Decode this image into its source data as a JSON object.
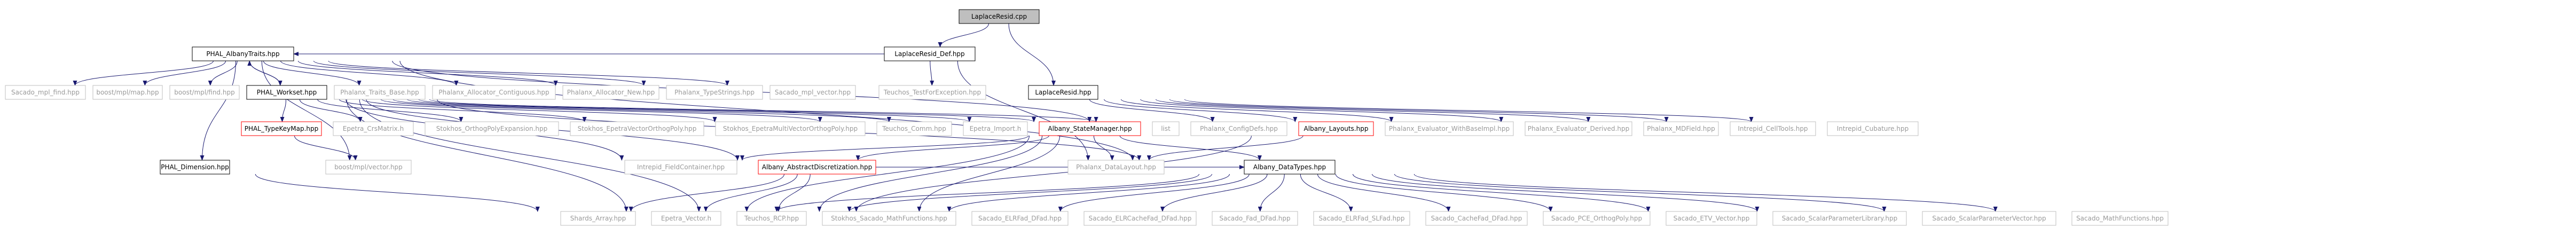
{
  "nodes": [
    {
      "id": "n_lap_cpp",
      "label": "LaplaceResid.cpp",
      "style": "root"
    },
    {
      "id": "n_lap_def",
      "label": "LaplaceResid_Def.hpp",
      "style": "doc"
    },
    {
      "id": "n_lap_hpp",
      "label": "LaplaceResid.hpp",
      "style": "doc"
    },
    {
      "id": "n_teuchos_test",
      "label": "Teuchos_TestForException.hpp",
      "style": "ext"
    },
    {
      "id": "n_traits",
      "label": "PHAL_AlbanyTraits.hpp",
      "style": "doc"
    },
    {
      "id": "n_workset",
      "label": "PHAL_Workset.hpp",
      "style": "doc"
    },
    {
      "id": "n_dimension",
      "label": "PHAL_Dimension.hpp",
      "style": "doc"
    },
    {
      "id": "n_typekeymap",
      "label": "PHAL_TypeKeyMap.hpp",
      "style": "red"
    },
    {
      "id": "n_state",
      "label": "Albany_StateManager.hpp",
      "style": "red"
    },
    {
      "id": "n_layouts",
      "label": "Albany_Layouts.hpp",
      "style": "red"
    },
    {
      "id": "n_abstract",
      "label": "Albany_AbstractDiscretization.hpp",
      "style": "red"
    },
    {
      "id": "n_datatypes",
      "label": "Albany_DataTypes.hpp",
      "style": "doc"
    },
    {
      "id": "n_sacado_mpl_find",
      "label": "Sacado_mpl_find.hpp",
      "style": "ext"
    },
    {
      "id": "n_boost_map",
      "label": "boost/mpl/map.hpp",
      "style": "ext"
    },
    {
      "id": "n_boost_find",
      "label": "boost/mpl/find.hpp",
      "style": "ext"
    },
    {
      "id": "n_phx_traits_base",
      "label": "Phalanx_Traits_Base.hpp",
      "style": "ext"
    },
    {
      "id": "n_phx_alloc_contig",
      "label": "Phalanx_Allocator_Contiguous.hpp",
      "style": "ext"
    },
    {
      "id": "n_phx_alloc_new",
      "label": "Phalanx_Allocator_New.hpp",
      "style": "ext"
    },
    {
      "id": "n_phx_typestrings",
      "label": "Phalanx_TypeStrings.hpp",
      "style": "ext"
    },
    {
      "id": "n_sacado_mpl_vector",
      "label": "Sacado_mpl_vector.hpp",
      "style": "ext"
    },
    {
      "id": "n_phx_eval_base",
      "label": "Phalanx_Evaluator_WithBaseImpl.hpp",
      "style": "ext"
    },
    {
      "id": "n_phx_eval_derived",
      "label": "Phalanx_Evaluator_Derived.hpp",
      "style": "ext"
    },
    {
      "id": "n_phx_mdfield",
      "label": "Phalanx_MDField.hpp",
      "style": "ext"
    },
    {
      "id": "n_intrepid_celltools",
      "label": "Intrepid_CellTools.hpp",
      "style": "ext"
    },
    {
      "id": "n_intrepid_cubature",
      "label": "Intrepid_Cubature.hpp",
      "style": "ext"
    },
    {
      "id": "n_epetra_crsmatrix",
      "label": "Epetra_CrsMatrix.h",
      "style": "ext"
    },
    {
      "id": "n_stokhos_ortho",
      "label": "Stokhos_OrthogPolyExpansion.hpp",
      "style": "ext"
    },
    {
      "id": "n_stokhos_epetra_vec",
      "label": "Stokhos_EpetraVectorOrthogPoly.hpp",
      "style": "ext"
    },
    {
      "id": "n_stokhos_epetra_multi",
      "label": "Stokhos_EpetraMultiVectorOrthogPoly.hpp",
      "style": "ext"
    },
    {
      "id": "n_teuchos_comm",
      "label": "Teuchos_Comm.hpp",
      "style": "ext"
    },
    {
      "id": "n_epetra_import",
      "label": "Epetra_Import.h",
      "style": "ext"
    },
    {
      "id": "n_list",
      "label": "list",
      "style": "ext"
    },
    {
      "id": "n_phx_configdefs",
      "label": "Phalanx_ConfigDefs.hpp",
      "style": "ext"
    },
    {
      "id": "n_phx_datalayout",
      "label": "Phalanx_DataLayout.hpp",
      "style": "ext"
    },
    {
      "id": "n_intrepid_fieldcontainer",
      "label": "Intrepid_FieldContainer.hpp",
      "style": "ext"
    },
    {
      "id": "n_boost_vector",
      "label": "boost/mpl/vector.hpp",
      "style": "ext"
    },
    {
      "id": "n_shards",
      "label": "Shards_Array.hpp",
      "style": "ext"
    },
    {
      "id": "n_epetra_vector",
      "label": "Epetra_Vector.h",
      "style": "ext"
    },
    {
      "id": "n_teuchos_rcp",
      "label": "Teuchos_RCP.hpp",
      "style": "ext"
    },
    {
      "id": "n_stokhos_mathfn",
      "label": "Stokhos_Sacado_MathFunctions.hpp",
      "style": "ext"
    },
    {
      "id": "n_sacado_elrfad_dfad",
      "label": "Sacado_ELRFad_DFad.hpp",
      "style": "ext"
    },
    {
      "id": "n_sacado_elrcache",
      "label": "Sacado_ELRCacheFad_DFad.hpp",
      "style": "ext"
    },
    {
      "id": "n_sacado_fad_dfad",
      "label": "Sacado_Fad_DFad.hpp",
      "style": "ext"
    },
    {
      "id": "n_sacado_elrfad_slfad",
      "label": "Sacado_ELRFad_SLFad.hpp",
      "style": "ext"
    },
    {
      "id": "n_sacado_cachefad",
      "label": "Sacado_CacheFad_DFad.hpp",
      "style": "ext"
    },
    {
      "id": "n_sacado_pce",
      "label": "Sacado_PCE_OrthogPoly.hpp",
      "style": "ext"
    },
    {
      "id": "n_sacado_etv",
      "label": "Sacado_ETV_Vector.hpp",
      "style": "ext"
    },
    {
      "id": "n_sacado_scalarlib",
      "label": "Sacado_ScalarParameterLibrary.hpp",
      "style": "ext"
    },
    {
      "id": "n_sacado_scalarvec",
      "label": "Sacado_ScalarParameterVector.hpp",
      "style": "ext"
    },
    {
      "id": "n_sacado_mathfn",
      "label": "Sacado_MathFunctions.hpp",
      "style": "ext"
    }
  ],
  "edges": [
    [
      "n_lap_cpp",
      "n_lap_def"
    ],
    [
      "n_lap_cpp",
      "n_lap_hpp"
    ],
    [
      "n_lap_def",
      "n_traits"
    ],
    [
      "n_lap_def",
      "n_teuchos_test"
    ],
    [
      "n_lap_def",
      "n_phx_datalayout"
    ],
    [
      "n_lap_hpp",
      "n_layouts"
    ],
    [
      "n_lap_hpp",
      "n_phx_eval_base"
    ],
    [
      "n_lap_hpp",
      "n_phx_eval_derived"
    ],
    [
      "n_lap_hpp",
      "n_phx_mdfield"
    ],
    [
      "n_lap_hpp",
      "n_intrepid_celltools"
    ],
    [
      "n_lap_hpp",
      "n_intrepid_cubature"
    ],
    [
      "n_lap_hpp",
      "n_phx_configdefs"
    ],
    [
      "n_traits",
      "n_sacado_mpl_find"
    ],
    [
      "n_traits",
      "n_boost_map"
    ],
    [
      "n_traits",
      "n_boost_find"
    ],
    [
      "n_traits",
      "n_workset"
    ],
    [
      "n_traits",
      "n_phx_traits_base"
    ],
    [
      "n_traits",
      "n_phx_alloc_contig"
    ],
    [
      "n_traits",
      "n_phx_alloc_new"
    ],
    [
      "n_traits",
      "n_phx_typestrings"
    ],
    [
      "n_traits",
      "n_sacado_mpl_vector"
    ],
    [
      "n_traits",
      "n_dimension"
    ],
    [
      "n_traits",
      "n_boost_vector"
    ],
    [
      "n_traits",
      "n_phx_configdefs"
    ],
    [
      "n_traits",
      "n_datatypes"
    ],
    [
      "n_workset",
      "n_typekeymap"
    ],
    [
      "n_workset",
      "n_epetra_crsmatrix"
    ],
    [
      "n_workset",
      "n_stokhos_ortho"
    ],
    [
      "n_workset",
      "n_stokhos_epetra_vec"
    ],
    [
      "n_workset",
      "n_stokhos_epetra_multi"
    ],
    [
      "n_workset",
      "n_teuchos_comm"
    ],
    [
      "n_workset",
      "n_epetra_import"
    ],
    [
      "n_workset",
      "n_state"
    ],
    [
      "n_workset",
      "n_list"
    ],
    [
      "n_workset",
      "n_phx_configdefs"
    ],
    [
      "n_workset",
      "n_abstract"
    ],
    [
      "n_workset",
      "n_intrepid_fieldcontainer"
    ],
    [
      "n_workset",
      "n_datatypes"
    ],
    [
      "n_workset",
      "n_epetra_vector"
    ],
    [
      "n_workset",
      "n_teuchos_rcp"
    ],
    [
      "n_workset",
      "n_traits"
    ],
    [
      "n_typekeymap",
      "n_boost_vector"
    ],
    [
      "n_dimension",
      "n_shards"
    ],
    [
      "n_state",
      "n_intrepid_fieldcontainer"
    ],
    [
      "n_state",
      "n_phx_datalayout"
    ],
    [
      "n_state",
      "n_abstract"
    ],
    [
      "n_state",
      "n_datatypes"
    ],
    [
      "n_state",
      "n_epetra_vector"
    ],
    [
      "n_state",
      "n_teuchos_rcp"
    ],
    [
      "n_state",
      "n_stokhos_mathfn"
    ],
    [
      "n_layouts",
      "n_phx_datalayout"
    ],
    [
      "n_layouts",
      "n_teuchos_rcp"
    ],
    [
      "n_abstract",
      "n_shards"
    ],
    [
      "n_abstract",
      "n_epetra_vector"
    ],
    [
      "n_abstract",
      "n_teuchos_rcp"
    ],
    [
      "n_abstract",
      "n_datatypes"
    ],
    [
      "n_datatypes",
      "n_epetra_vector"
    ],
    [
      "n_datatypes",
      "n_teuchos_rcp"
    ],
    [
      "n_datatypes",
      "n_stokhos_mathfn"
    ],
    [
      "n_datatypes",
      "n_sacado_elrfad_dfad"
    ],
    [
      "n_datatypes",
      "n_sacado_elrcache"
    ],
    [
      "n_datatypes",
      "n_sacado_fad_dfad"
    ],
    [
      "n_datatypes",
      "n_sacado_elrfad_slfad"
    ],
    [
      "n_datatypes",
      "n_sacado_cachefad"
    ],
    [
      "n_datatypes",
      "n_sacado_pce"
    ],
    [
      "n_datatypes",
      "n_sacado_etv"
    ],
    [
      "n_datatypes",
      "n_sacado_scalarlib"
    ],
    [
      "n_datatypes",
      "n_sacado_scalarvec"
    ],
    [
      "n_datatypes",
      "n_sacado_mathfn"
    ]
  ],
  "colors": {
    "edge": "#191970",
    "doc_border": "#000000",
    "root_fill": "#bfbfbf",
    "ext_border": "#bfbfbf",
    "red_border": "#ff0000",
    "ext_text": "#9a9a9a"
  }
}
